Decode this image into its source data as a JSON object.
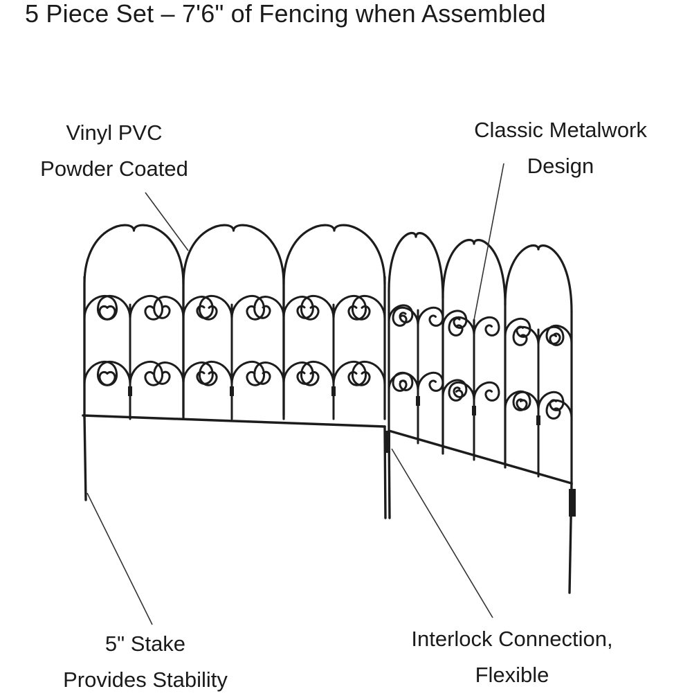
{
  "title": "5 Piece Set – 7'6\" of Fencing when Assembled",
  "callouts": {
    "material": {
      "line1": "Vinyl PVC",
      "line2": "Powder Coated"
    },
    "design": {
      "line1": "Classic Metalwork",
      "line2": "Design"
    },
    "stake": {
      "line1": "5\" Stake",
      "line2": "Provides Stability"
    },
    "interlock": {
      "line1": "Interlock Connection,",
      "line2": "Flexible"
    }
  },
  "colors": {
    "fence": "#1c1c1c",
    "leader": "#333333",
    "text": "#1a1a1a"
  }
}
